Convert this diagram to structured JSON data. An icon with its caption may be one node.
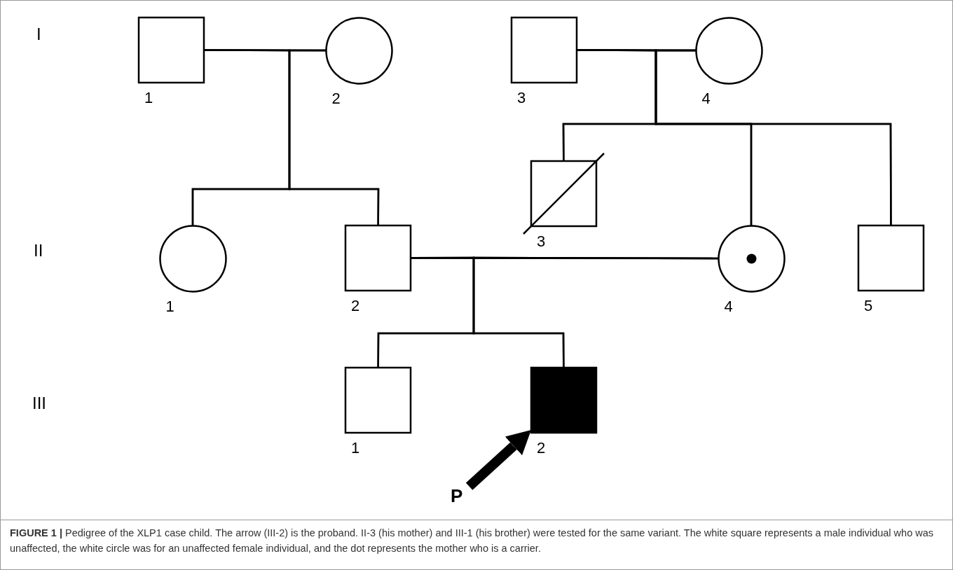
{
  "diagram": {
    "caption": "**FIGURE 1 |** Pedigree of the XLP1 case child. The arrow (III-2) is the proband. II-3 (his mother) and III-1 (his brother) were tested for the same variant. The white square represents a male individual who was unaffected, the white circle was for an unaffected female individual, and the dot represents the mother who is a carrier.",
    "nodes": [
      {
        "text": [],
        "shape": "box",
        "beside": [
          "1"
        ]
      },
      {
        "text": [],
        "shape": "circle",
        "beside": [
          "2"
        ]
      },
      {
        "text": [],
        "shape": "box",
        "beside": [
          "3"
        ]
      },
      {
        "text": [],
        "shape": "circle",
        "beside": [
          "4"
        ]
      },
      {
        "text": [],
        "shape": "box",
        "beside": [
          "3"
        ]
      },
      {
        "text": [],
        "shape": "circle",
        "beside": [
          "1"
        ]
      },
      {
        "text": [],
        "shape": "box",
        "beside": [
          "2"
        ]
      },
      {
        "text": [],
        "shape": "circle",
        "beside": [
          "4"
        ]
      },
      {
        "text": [],
        "shape": "box",
        "beside": [
          "5"
        ]
      },
      {
        "text": [],
        "shape": "box",
        "beside": [
          "1"
        ]
      },
      {
        "text": [],
        "shape": "box",
        "beside": [
          "2"
        ]
      },
      {
        "text": [
          "P"
        ]
      }
    ],
    "edges": [
      {
        "from": 0,
        "to": 1,
        "arrow": "none"
      },
      {
        "from": 0,
        "to": 5,
        "arrow": "none"
      },
      {
        "from": 1,
        "to": 5,
        "arrow": "none"
      },
      {
        "from": 0,
        "to": 6,
        "arrow": "none"
      },
      {
        "from": 1,
        "to": 6,
        "arrow": "none"
      },
      {
        "from": 2,
        "to": 3,
        "arrow": "none"
      },
      {
        "from": 2,
        "to": 4,
        "arrow": "none"
      },
      {
        "from": 3,
        "to": 4,
        "arrow": "none"
      },
      {
        "from": 2,
        "to": 7,
        "arrow": "none"
      },
      {
        "from": 3,
        "to": 7,
        "arrow": "none"
      },
      {
        "from": 2,
        "to": 8,
        "arrow": "none"
      },
      {
        "from": 3,
        "to": 8,
        "arrow": "none"
      },
      {
        "from": 6,
        "to": 7,
        "arrow": "none"
      },
      {
        "from": 6,
        "to": 9,
        "arrow": "none"
      },
      {
        "from": 7,
        "to": 9,
        "arrow": "none"
      },
      {
        "from": 6,
        "to": 10,
        "arrow": "none"
      },
      {
        "from": 7,
        "to": 10,
        "arrow": "none"
      },
      {
        "from": 11,
        "to": 10,
        "arrow": "to",
        "style": "thick"
      }
    ],
    "labels": [
      "I",
      "II",
      "III"
    ]
  }
}
